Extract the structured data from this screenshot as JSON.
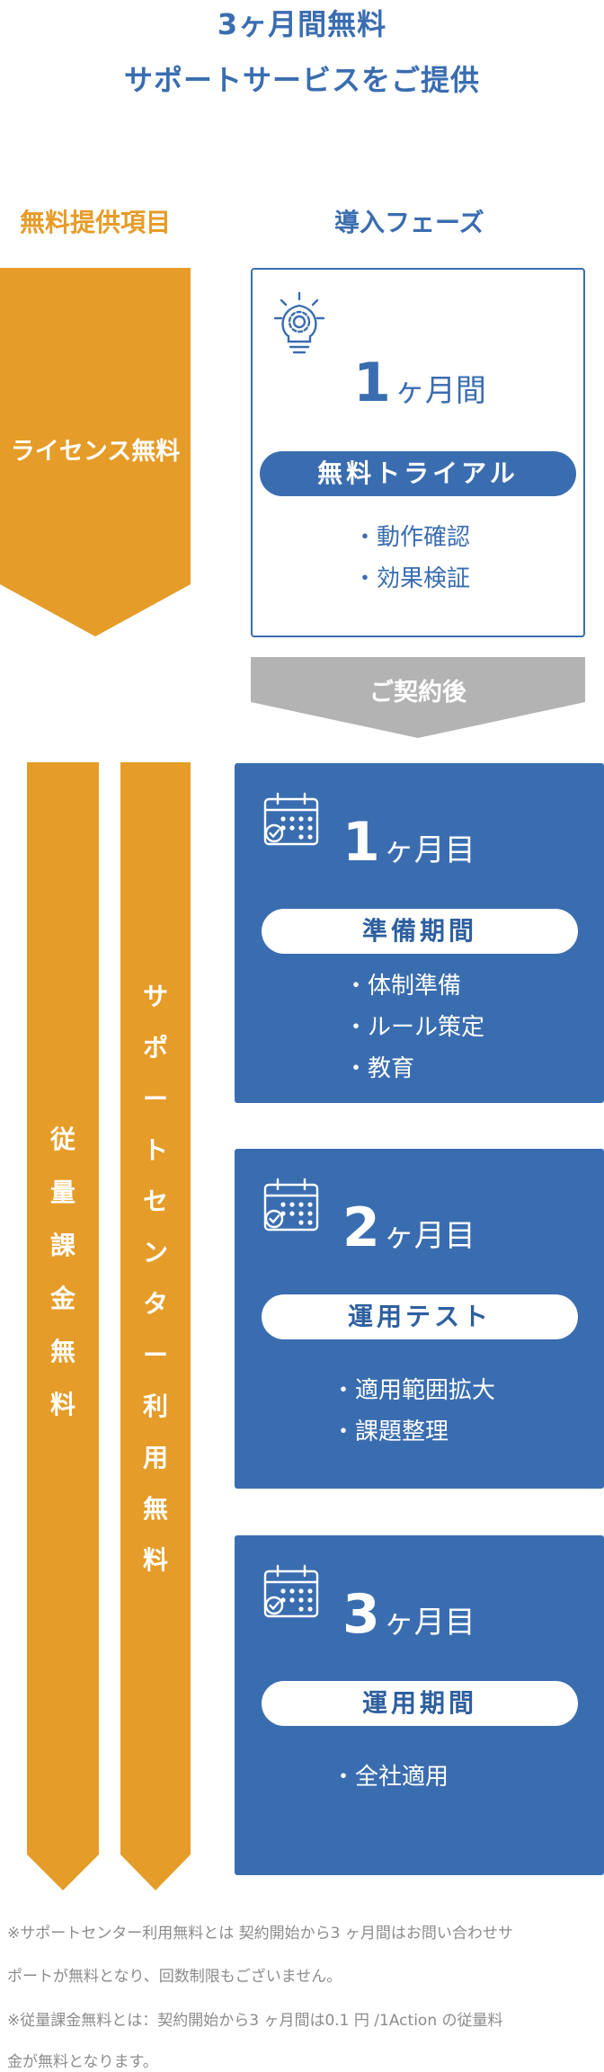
{
  "header": {
    "title_line1": "3ヶ月間無料",
    "title_line2": "サポートサービスをご提供"
  },
  "columns": {
    "left_heading": "無料提供項目",
    "right_heading": "導入フェーズ"
  },
  "license_arrow": {
    "label": "ライセンス無料"
  },
  "trial": {
    "icon": "lightbulb-gear-icon",
    "month_number": "1",
    "month_unit": "ヶ月間",
    "pill_label": "無料トライアル",
    "bullets": [
      "・動作確認",
      "・効果検証"
    ]
  },
  "contract_arrow": {
    "label": "ご契約後"
  },
  "vertical_arrows": [
    {
      "label": "従量課金無料"
    },
    {
      "label": "サポートセンター利用無料"
    }
  ],
  "phases": [
    {
      "icon": "calendar-check-icon",
      "month_number": "1",
      "month_unit": "ヶ月目",
      "pill_label": "準備期間",
      "bullets": [
        "・体制準備",
        "・ルール策定",
        "・教育"
      ]
    },
    {
      "icon": "calendar-check-icon",
      "month_number": "2",
      "month_unit": "ヶ月目",
      "pill_label": "運用テスト",
      "bullets": [
        "・適用範囲拡大",
        "・課題整理"
      ]
    },
    {
      "icon": "calendar-check-icon",
      "month_number": "3",
      "month_unit": "ヶ月目",
      "pill_label": "運用期間",
      "bullets": [
        "・全社適用"
      ]
    }
  ],
  "notes": [
    "※サポートセンター利用無料とは 契約開始から3 ヶ月間はお問い合わせサ",
    "ポートが無料となり、回数制限もございません。",
    "※従量課金無料とは：契約開始から3 ヶ月間は0.1 円 /1Action の従量料",
    "金が無料となります。"
  ],
  "colors": {
    "blue": "#3a6db0",
    "orange": "#e59c28",
    "gray": "#b3b3b3",
    "note_gray": "#8c8c8c"
  }
}
